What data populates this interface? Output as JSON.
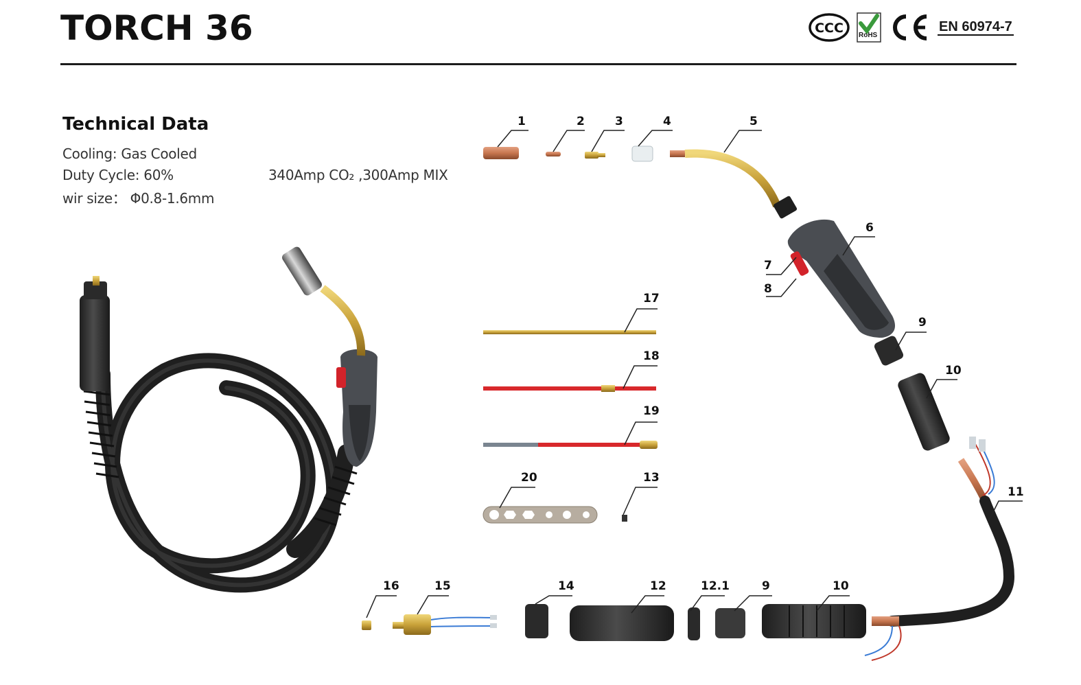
{
  "header": {
    "title": "TORCH 36",
    "certifications": [
      "CCC",
      "RoHS",
      "CE"
    ],
    "rohs_label": "RoHS",
    "standard": "EN 60974-7"
  },
  "tech": {
    "title": "Technical Data",
    "cooling": "Cooling: Gas Cooled",
    "duty_cycle": "Duty Cycle: 60%",
    "rating": "340Amp CO₂ ,300Amp MIX",
    "wire_size": "wir size：  Φ0.8-1.6mm"
  },
  "parts": {
    "p1": "1",
    "p2": "2",
    "p3": "3",
    "p4": "4",
    "p5": "5",
    "p6": "6",
    "p7": "7",
    "p8": "8",
    "p9a": "9",
    "p10a": "10",
    "p11": "11",
    "p17": "17",
    "p18": "18",
    "p19": "19",
    "p20": "20",
    "p13": "13",
    "p16": "16",
    "p15": "15",
    "p14": "14",
    "p12": "12",
    "p121": "12.1",
    "p9b": "9",
    "p10b": "10"
  },
  "colors": {
    "copper": "#c7764f",
    "brass": "#c9a23a",
    "rubber": "#2a2a2a",
    "handle": "#4a4d52",
    "trigger": "#d2232a",
    "liner_red": "#d8282b",
    "rohs_green": "#3a9a3c"
  }
}
